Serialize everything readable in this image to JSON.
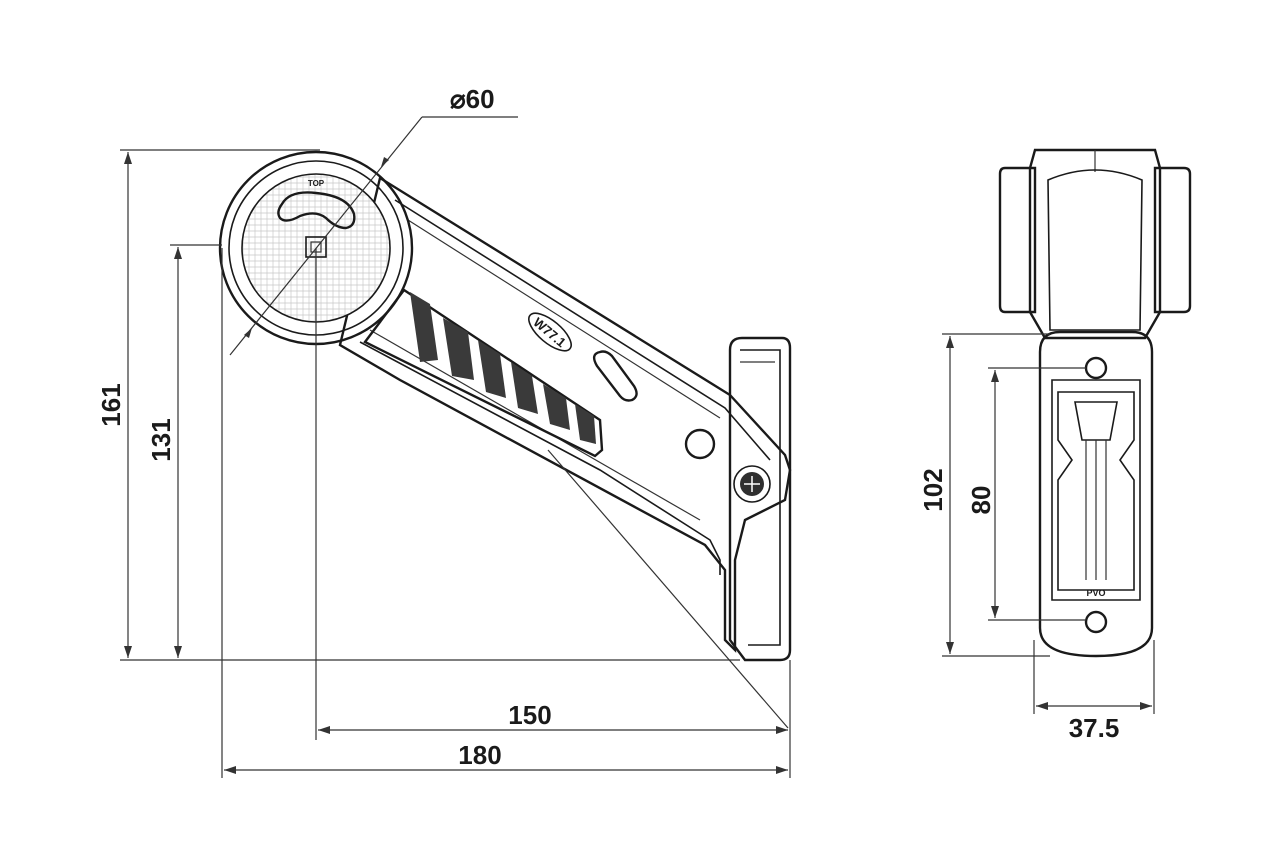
{
  "dimensions": {
    "diameter": "⌀60",
    "height_overall": "161",
    "height_center": "131",
    "width_center": "150",
    "width_overall": "180",
    "mount_hole_span_outer": "102",
    "mount_hole_span_inner": "80",
    "mount_width": "37.5"
  },
  "markings": {
    "lens_top": "TOP",
    "arm_badge": "W77.1",
    "base_label": "PVO"
  }
}
